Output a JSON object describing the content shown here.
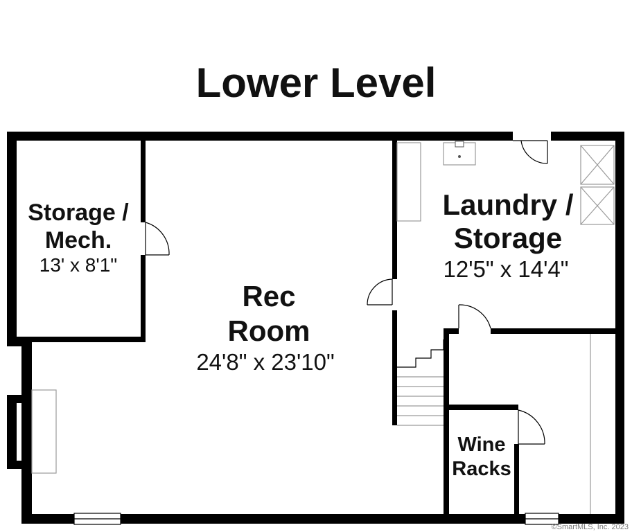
{
  "title": "Lower Level",
  "rooms": {
    "storage_mech": {
      "name_line1": "Storage /",
      "name_line2": "Mech.",
      "dimensions": "13' x 8'1\""
    },
    "rec_room": {
      "name_line1": "Rec",
      "name_line2": "Room",
      "dimensions": "24'8\" x 23'10\""
    },
    "laundry_storage": {
      "name_line1": "Laundry /",
      "name_line2": "Storage",
      "dimensions": "12'5\" x 14'4\""
    },
    "wine_racks": {
      "name_line1": "Wine",
      "name_line2": "Racks"
    }
  },
  "copyright": "©SmartMLS, Inc. 2023",
  "colors": {
    "wall": "#000000",
    "fixture": "#9a9a9a",
    "background": "#ffffff"
  }
}
